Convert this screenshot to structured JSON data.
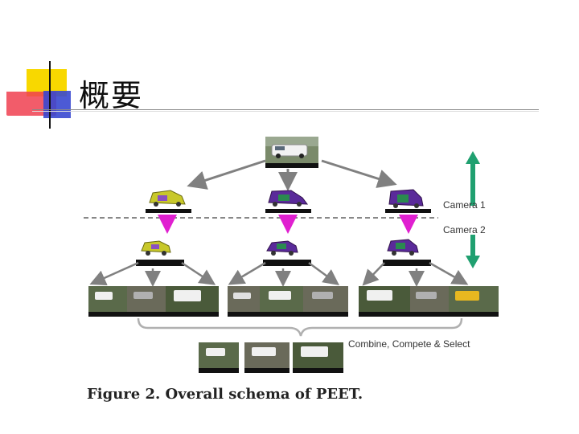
{
  "slide": {
    "title": "概要"
  },
  "figure": {
    "camera1_label": "Camera 1",
    "camera2_label": "Camera 2",
    "combine_label": "Combine, Compete & Select",
    "caption": "Figure 2. Overall schema of PEET.",
    "colors": {
      "magenta_arrow": "#e020d0",
      "green_arrow": "#20a070",
      "gray_arrow": "#808080",
      "dashed_divider": "#888888",
      "model_yellow": "#c8c82a",
      "model_purple": "#5a2a9a"
    }
  }
}
